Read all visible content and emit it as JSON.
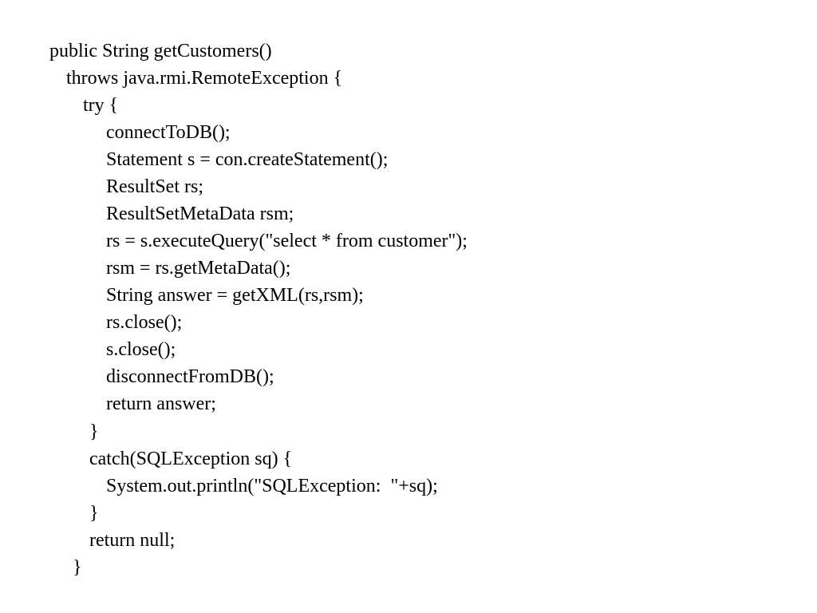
{
  "code": {
    "lines": [
      "public String getCustomers()",
      "throws java.rmi.RemoteException {",
      "try {",
      "connectToDB();",
      "Statement s = con.createStatement();",
      "ResultSet rs;",
      "ResultSetMetaData rsm;",
      "rs = s.executeQuery(\"select * from customer\");",
      "rsm = rs.getMetaData();",
      "String answer = getXML(rs,rsm);",
      "rs.close();",
      "s.close();",
      "disconnectFromDB();",
      "return answer;",
      "}",
      "catch(SQLException sq) {",
      "System.out.println(\"SQLException:  \"+sq);",
      "}",
      "return null;",
      "}"
    ]
  }
}
